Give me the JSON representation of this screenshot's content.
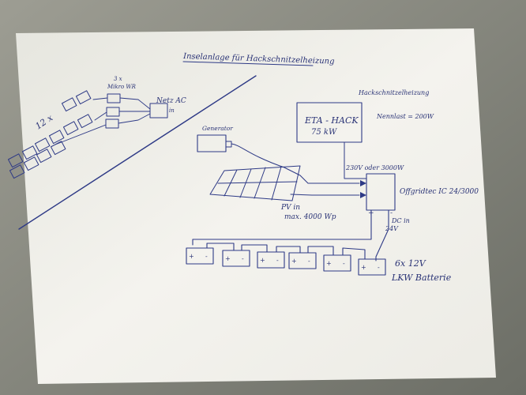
{
  "title": "Inselanlage für Hackschnitzelheizung",
  "left_section": {
    "panel_count": "12 x",
    "microinverter_count": "3 x",
    "microinverter_label": "Mikro WR",
    "grid_label": "Netz AC",
    "grid_sub": "in"
  },
  "generator_label": "Generator",
  "heater": {
    "header": "Hackschnitzelheizung",
    "name": "ETA - HACK",
    "power": "75 kW",
    "nominal_load": "Nennlast = 200W"
  },
  "ac_link": "230V oder 3000W",
  "inverter_label": "Offgridtec IC 24/3000",
  "pv": {
    "line1": "PV in",
    "line2": "max. 4000 Wp"
  },
  "dc": {
    "line1": "DC in",
    "line2": "24V"
  },
  "battery": {
    "line1": "6x 12V",
    "line2": "LKW Batterie"
  },
  "colors": {
    "ink": "#2e3a86",
    "paper": "#f2f1ec",
    "background": "#7f8077"
  }
}
